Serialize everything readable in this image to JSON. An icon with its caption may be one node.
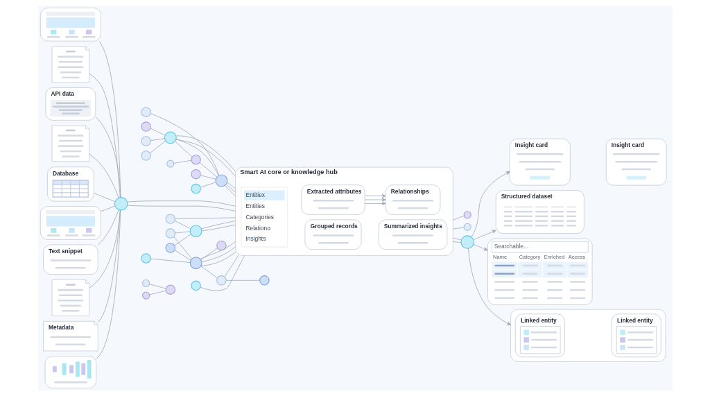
{
  "diagram": {
    "nodes": [
      {
        "text": [],
        "shape": "window"
      },
      {
        "text": [],
        "shape": "document"
      },
      {
        "text": [
          "API data"
        ]
      },
      {
        "text": [],
        "shape": "document"
      },
      {
        "text": [
          "Database"
        ]
      },
      {
        "text": [],
        "shape": "window"
      },
      {
        "text": [
          "Text snippet"
        ]
      },
      {
        "text": [],
        "shape": "document"
      },
      {
        "text": [
          "Metadata"
        ]
      },
      {
        "text": [],
        "shape": "chart"
      },
      {
        "text": [],
        "shape": "circle"
      },
      {
        "text": [],
        "shape": "circle"
      },
      {
        "text": [],
        "shape": "circle"
      },
      {
        "text": [],
        "shape": "circle"
      },
      {
        "text": [],
        "shape": "circle"
      },
      {
        "text": [],
        "shape": "circle"
      },
      {
        "text": [],
        "shape": "circle"
      },
      {
        "text": [],
        "shape": "circle"
      },
      {
        "text": [],
        "shape": "circle"
      },
      {
        "text": [],
        "shape": "circle"
      },
      {
        "text": [],
        "shape": "circle"
      },
      {
        "text": [],
        "shape": "circle"
      },
      {
        "text": [],
        "shape": "circle"
      },
      {
        "text": [],
        "shape": "circle"
      },
      {
        "text": [],
        "shape": "circle"
      },
      {
        "text": [],
        "shape": "circle"
      },
      {
        "text": [],
        "shape": "circle"
      },
      {
        "text": [],
        "shape": "circle"
      },
      {
        "text": [],
        "shape": "circle"
      },
      {
        "text": [],
        "shape": "circle"
      },
      {
        "text": [],
        "shape": "circle"
      },
      {
        "text": [],
        "shape": "circle"
      },
      {
        "text": [],
        "shape": "circle"
      },
      {
        "text": [],
        "shape": "circle"
      },
      {
        "text": [],
        "shape": "circle"
      },
      {
        "text": [],
        "shape": "circle"
      },
      {
        "text": [
          "Smart AI core or knowledge hub"
        ]
      },
      {
        "text": [
          "Entitiex",
          "Entities",
          "Categories",
          "Relationo",
          "Insights"
        ],
        "in": 36
      },
      {
        "text": [
          "Extracted attributes"
        ],
        "in": 36
      },
      {
        "text": [
          "Relationships"
        ],
        "in": 36
      },
      {
        "text": [
          "Grouped records"
        ],
        "in": 36
      },
      {
        "text": [
          "Summarized insights"
        ],
        "in": 36
      },
      {
        "text": [],
        "shape": "circle"
      },
      {
        "text": [
          "Insight card"
        ]
      },
      {
        "text": [
          "Insight card"
        ]
      },
      {
        "text": [
          "Structured dataset"
        ]
      },
      {
        "text": [
          "Searchable...",
          "Name",
          "Category",
          "Enriched",
          "Access"
        ]
      },
      {
        "text": [],
        "shape": "box"
      },
      {
        "text": [
          "Linked entity"
        ],
        "in": 47
      },
      {
        "text": [
          "Linked entity"
        ],
        "in": 47
      }
    ],
    "edges": [
      {
        "from": 0,
        "to": 10,
        "arrow": "none"
      },
      {
        "from": 1,
        "to": 10,
        "arrow": "none"
      },
      {
        "from": 2,
        "to": 10,
        "arrow": "none"
      },
      {
        "from": 3,
        "to": 10,
        "arrow": "none"
      },
      {
        "from": 4,
        "to": 10,
        "arrow": "none"
      },
      {
        "from": 5,
        "to": 10,
        "arrow": "none"
      },
      {
        "from": 6,
        "to": 10,
        "arrow": "none"
      },
      {
        "from": 7,
        "to": 10,
        "arrow": "none"
      },
      {
        "from": 8,
        "to": 10,
        "arrow": "none"
      },
      {
        "from": 9,
        "to": 10,
        "arrow": "none"
      },
      {
        "from": 10,
        "to": 36,
        "arrow": "none"
      },
      {
        "from": 10,
        "to": 36,
        "arrow": "none"
      },
      {
        "from": 11,
        "to": 15,
        "arrow": "none"
      },
      {
        "from": 11,
        "to": 16,
        "arrow": "none"
      },
      {
        "from": 12,
        "to": 15,
        "arrow": "none"
      },
      {
        "from": 12,
        "to": 16,
        "arrow": "none"
      },
      {
        "from": 13,
        "to": 16,
        "arrow": "none"
      },
      {
        "from": 14,
        "to": 15,
        "arrow": "none"
      },
      {
        "from": 14,
        "to": 36,
        "arrow": "none"
      },
      {
        "from": 15,
        "to": 36,
        "arrow": "none"
      },
      {
        "from": 15,
        "to": 36,
        "arrow": "none"
      },
      {
        "from": 16,
        "to": 36,
        "arrow": "none"
      },
      {
        "from": 16,
        "to": 36,
        "arrow": "none"
      },
      {
        "from": 16,
        "to": 36,
        "arrow": "none"
      },
      {
        "from": 16,
        "to": 17,
        "arrow": "none"
      },
      {
        "from": 16,
        "to": 18,
        "arrow": "none"
      },
      {
        "from": 18,
        "to": 36,
        "arrow": "none"
      },
      {
        "from": 18,
        "to": 23,
        "arrow": "none"
      },
      {
        "from": 19,
        "to": 20,
        "arrow": "none"
      },
      {
        "from": 21,
        "to": 20,
        "arrow": "none"
      },
      {
        "from": 22,
        "to": 36,
        "arrow": "none"
      },
      {
        "from": 36,
        "to": 24,
        "arrow": "none"
      },
      {
        "from": 36,
        "to": 25,
        "arrow": "none"
      },
      {
        "from": 26,
        "to": 27,
        "arrow": "none"
      },
      {
        "from": 29,
        "to": 27,
        "arrow": "none"
      },
      {
        "from": 32,
        "to": 27,
        "arrow": "none"
      },
      {
        "from": 27,
        "to": 31,
        "arrow": "none"
      },
      {
        "from": 33,
        "to": 31,
        "arrow": "none"
      },
      {
        "from": 27,
        "to": 28,
        "arrow": "none"
      },
      {
        "from": 31,
        "to": 28,
        "arrow": "none"
      },
      {
        "from": 30,
        "to": 28,
        "arrow": "none"
      },
      {
        "from": 34,
        "to": 28,
        "arrow": "none"
      },
      {
        "from": 35,
        "to": 28,
        "arrow": "none"
      },
      {
        "from": 27,
        "to": 36,
        "arrow": "none"
      },
      {
        "from": 27,
        "to": 36,
        "arrow": "none"
      },
      {
        "from": 28,
        "to": 36,
        "arrow": "none"
      },
      {
        "from": 28,
        "to": 36,
        "arrow": "none"
      },
      {
        "from": 28,
        "to": 36,
        "arrow": "none"
      },
      {
        "from": 36,
        "to": 42,
        "arrow": "none"
      },
      {
        "from": 36,
        "to": 42,
        "arrow": "none"
      },
      {
        "from": 38,
        "to": 39,
        "arrow": "to"
      },
      {
        "from": 38,
        "to": 39,
        "arrow": "to"
      },
      {
        "from": 38,
        "to": 39,
        "arrow": "to"
      },
      {
        "from": 42,
        "to": 43,
        "arrow": "to"
      },
      {
        "from": 42,
        "to": 45,
        "arrow": "to"
      },
      {
        "from": 42,
        "to": 46,
        "arrow": "to"
      },
      {
        "from": 42,
        "to": 47,
        "arrow": "to"
      }
    ]
  }
}
